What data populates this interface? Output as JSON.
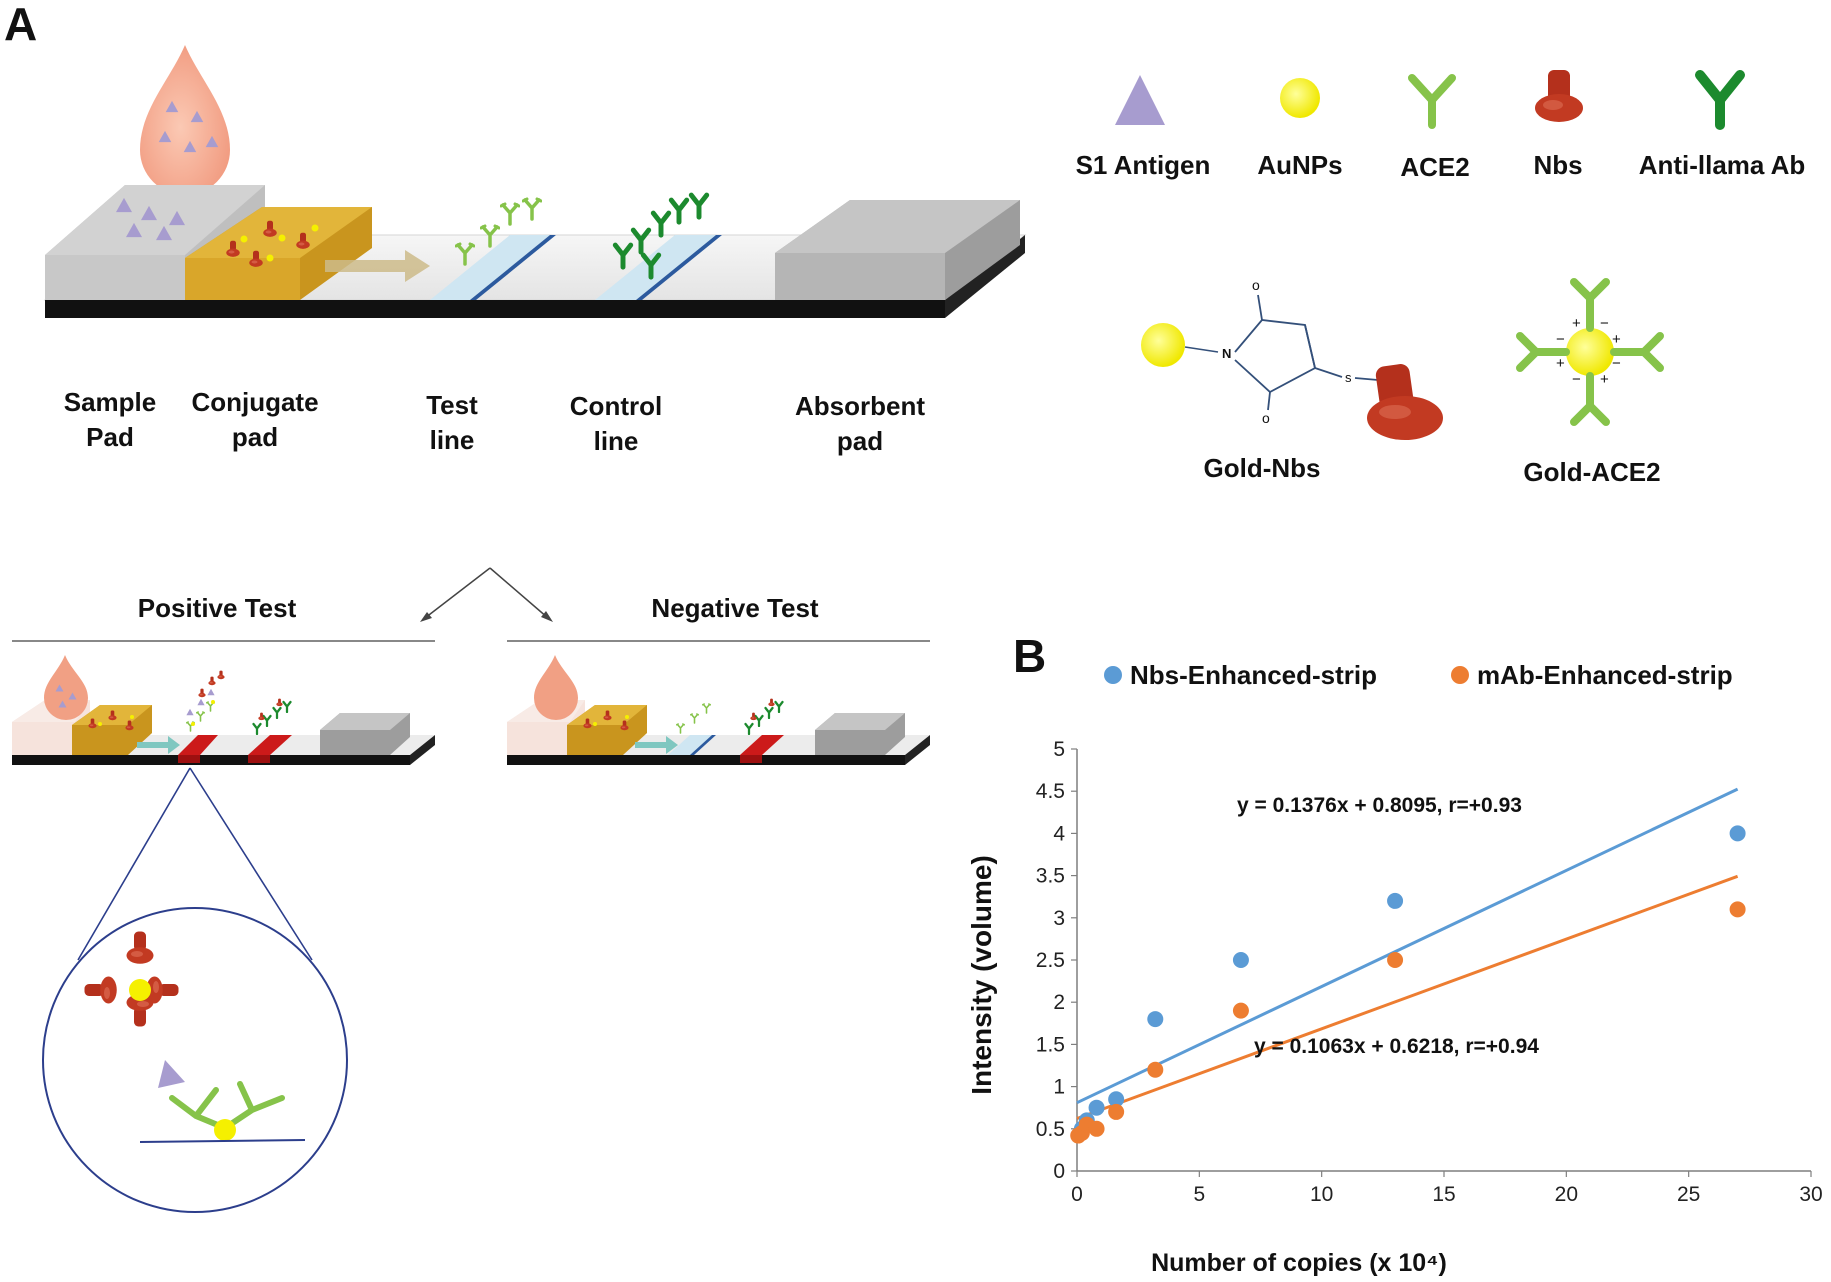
{
  "panel_a": {
    "letter": "A",
    "strip_labels": [
      {
        "line1": "Sample",
        "line2": "Pad"
      },
      {
        "line1": "Conjugate",
        "line2": "pad"
      },
      {
        "line1": "Test",
        "line2": "line"
      },
      {
        "line1": "Control",
        "line2": "line"
      },
      {
        "line1": "Absorbent",
        "line2": "pad"
      }
    ],
    "legend": [
      "S1 Antigen",
      "AuNPs",
      "ACE2",
      "Nbs",
      "Anti-llama Ab"
    ],
    "conjugates": {
      "gold_nbs": "Gold-Nbs",
      "gold_ace2": "Gold-ACE2",
      "atom_o1": "o",
      "atom_n": "N",
      "atom_o2": "o",
      "atom_s": "s",
      "charges": [
        "+",
        "−",
        "+",
        "−",
        "+",
        "−",
        "+",
        "−"
      ]
    },
    "tests": {
      "positive": "Positive Test",
      "negative": "Negative Test"
    },
    "colors": {
      "antigen": "#a79ccf",
      "gold": "#f5f000",
      "ace2": "#86c34a",
      "nbs": "#b4301c",
      "anti_llama": "#1c8a2e",
      "conjugate_pad": "#e2b53a",
      "test_line_red": "#cc1a1a"
    }
  },
  "panel_b": {
    "letter": "B",
    "legend": [
      "Nbs-Enhanced-strip",
      "mAb-Enhanced-strip"
    ],
    "equations": [
      "y = 0.1376x + 0.8095, r=+0.93",
      "y = 0.1063x + 0.6218, r=+0.94"
    ],
    "xlabel": "Number of copies (x 10⁴)",
    "ylabel": "Intensity (volume)"
  },
  "chart_data": {
    "type": "scatter",
    "xlim": [
      0,
      30
    ],
    "ylim": [
      0,
      5
    ],
    "xticks": [
      0,
      5,
      10,
      15,
      20,
      25,
      30
    ],
    "yticks": [
      0,
      0.5,
      1,
      1.5,
      2,
      2.5,
      3,
      3.5,
      4,
      4.5,
      5
    ],
    "xlabel": "Number of copies (x 10⁴)",
    "ylabel": "Intensity (volume)",
    "legend_position": "top",
    "grid": false,
    "series": [
      {
        "name": "Nbs-Enhanced-strip",
        "color": "#5b9bd5",
        "x": [
          0.2,
          0.4,
          0.8,
          1.6,
          3.2,
          6.7,
          13,
          27
        ],
        "y": [
          0.5,
          0.6,
          0.75,
          0.85,
          1.8,
          2.5,
          3.2,
          4.0
        ],
        "fit": {
          "slope": 0.1376,
          "intercept": 0.8095,
          "r": 0.93
        }
      },
      {
        "name": "mAb-Enhanced-strip",
        "color": "#ed7d31",
        "x": [
          0.05,
          0.2,
          0.4,
          0.8,
          1.6,
          3.2,
          6.7,
          13,
          27
        ],
        "y": [
          0.42,
          0.45,
          0.55,
          0.5,
          0.7,
          1.2,
          1.9,
          2.5,
          3.1
        ],
        "fit": {
          "slope": 0.1063,
          "intercept": 0.6218,
          "r": 0.94
        }
      }
    ]
  }
}
